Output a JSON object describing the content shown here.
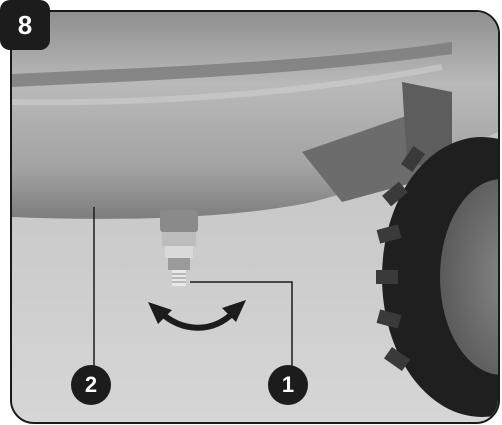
{
  "step_number": "8",
  "callouts": [
    {
      "label": "1",
      "part": "drain-valve"
    },
    {
      "label": "2",
      "part": "air-tank"
    }
  ],
  "icons": [
    "rotate-arrow-icon"
  ],
  "colors": {
    "badge": "#1c1c1c",
    "badge_text": "#ffffff",
    "tank": "#a8a8a8",
    "tire": "#222222"
  }
}
